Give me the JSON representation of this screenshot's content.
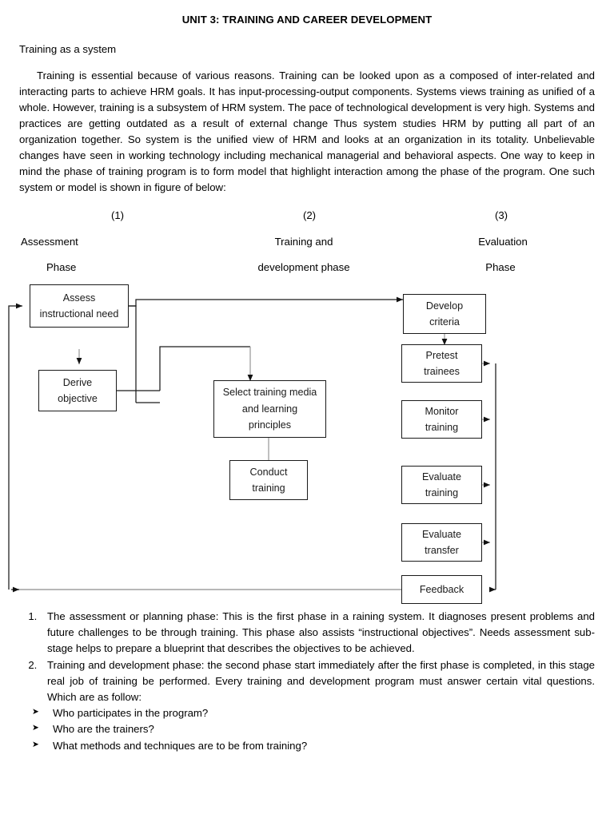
{
  "document": {
    "title": "UNIT 3: TRAINING AND CAREER DEVELOPMENT",
    "subheading": "Training as a system",
    "intro_paragraph": "Training is essential because of various reasons. Training can be looked upon as a composed of inter-related and interacting parts to achieve HRM goals. It has input-processing-output components. Systems views training as unified of a whole. However, training is a subsystem of HRM system. The pace of technological development is very high. Systems and practices are getting outdated as a result of external change Thus system studies HRM by putting all part of an organization together. So system is the unified view of HRM and looks at an organization in its totality. Unbelievable changes have seen in working technology including mechanical managerial and behavioral aspects. One way to keep in mind the phase of training program is to form model that highlight interaction among the phase of the program. One such system or model is shown in figure of below:"
  },
  "phases": [
    {
      "number": "(1)",
      "line1": "Assessment",
      "line2": "Phase"
    },
    {
      "number": "(2)",
      "line1": "Training and",
      "line2": "development phase"
    },
    {
      "number": "(3)",
      "line1": "Evaluation",
      "line2": "Phase"
    }
  ],
  "diagram": {
    "nodes": [
      {
        "id": "assess",
        "line1": "Assess",
        "line2": "instructional need",
        "line3": ""
      },
      {
        "id": "derive",
        "line1": "Derive",
        "line2": "objective",
        "line3": ""
      },
      {
        "id": "select-media",
        "line1": "Select training media",
        "line2": "and learning",
        "line3": "principles"
      },
      {
        "id": "conduct",
        "line1": "Conduct",
        "line2": "training",
        "line3": ""
      },
      {
        "id": "develop",
        "line1": "Develop",
        "line2": "criteria",
        "line3": ""
      },
      {
        "id": "pretest",
        "line1": "Pretest",
        "line2": "trainees",
        "line3": ""
      },
      {
        "id": "monitor",
        "line1": "Monitor",
        "line2": "training",
        "line3": ""
      },
      {
        "id": "eval-train",
        "line1": "Evaluate",
        "line2": "training",
        "line3": ""
      },
      {
        "id": "eval-transfer",
        "line1": "Evaluate",
        "line2": "transfer",
        "line3": ""
      },
      {
        "id": "feedback",
        "line1": "Feedback",
        "line2": "",
        "line3": ""
      }
    ],
    "line_color": "#1a1a1a"
  },
  "notes": {
    "items": [
      "The assessment or planning phase: This is the first phase in a raining system. It diagnoses present problems and future challenges to be through training. This phase also assists “instructional objectives”. Needs assessment sub-stage helps to prepare a blueprint that describes the objectives to be achieved.",
      "Training and development phase: the second phase start immediately after the first phase is completed, in this stage real job of training be performed. Every training and development program must answer certain vital questions. Which are as follow:"
    ],
    "questions": [
      "Who participates in the program?",
      "Who are the trainers?",
      "What methods and techniques are to be from training?"
    ]
  }
}
